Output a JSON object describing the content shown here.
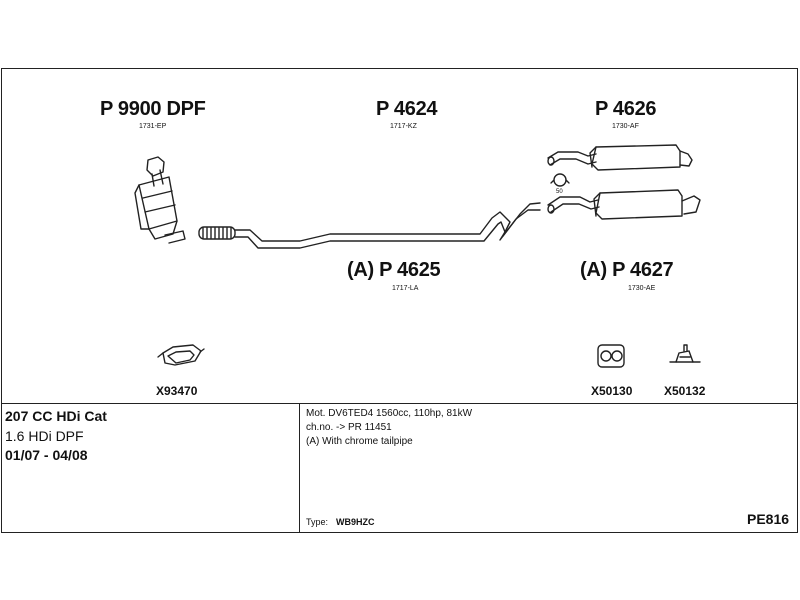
{
  "parts": {
    "p9900": {
      "number": "P 9900 DPF",
      "code": "1731-EP"
    },
    "p4624": {
      "number": "P 4624",
      "code": "1717-KZ"
    },
    "p4626": {
      "number": "P 4626",
      "code": "1730-AF"
    },
    "p4625": {
      "number": "(A) P 4625",
      "code": "1717-LA"
    },
    "p4627": {
      "number": "(A) P 4627",
      "code": "1730-AE"
    }
  },
  "clamp_label": "50",
  "accessories": {
    "x93470": "X93470",
    "x50130": "X50130",
    "x50132": "X50132"
  },
  "vehicle": {
    "model": "207 CC HDi Cat",
    "engine": "1.6 HDi DPF",
    "dates": "01/07 - 04/08"
  },
  "notes": {
    "line1": "Mot. DV6TED4 1560cc, 110hp, 81kW",
    "line2": "ch.no. -> PR 11451",
    "line3": "(A) With chrome tailpipe"
  },
  "type_label": "Type:",
  "type_value": "WB9HZC",
  "sheet_code": "PE816"
}
